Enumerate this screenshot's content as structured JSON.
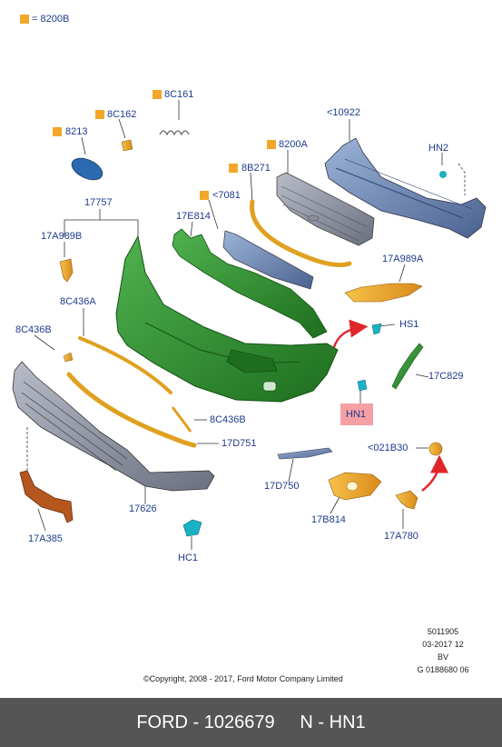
{
  "legend": {
    "label": "= 8200B"
  },
  "labels": {
    "l8C161": "8C161",
    "l8C162": "8C162",
    "l8213": "8213",
    "l10922": "<10922",
    "lHN2": "HN2",
    "l8200A": "8200A",
    "l8B271": "8B271",
    "l7081": "<7081",
    "l17757": "17757",
    "l17E814": "17E814",
    "l17A989B": "17A989B",
    "l17A989A": "17A989A",
    "l8C436A": "8C436A",
    "lHS1": "HS1",
    "l8C436B": "8C436B",
    "l17C829": "17C829",
    "lHN1": "HN1",
    "l8C436B2": "8C436B",
    "l17D751": "17D751",
    "l021B30": "<021B30",
    "l17D750": "17D750",
    "l17626": "17626",
    "l17B814": "17B814",
    "l17A780": "17A780",
    "l17A385": "17A385",
    "lHC1": "HC1"
  },
  "meta": {
    "line1": "5011905",
    "line2": "03-2017 12",
    "line3": "BV",
    "line4": "G 0188680 06"
  },
  "copyright": "©Copyright, 2008 - 2017, Ford Motor Company Limited",
  "footer": "FORD - 1026679     N - HN1",
  "colors": {
    "label_text": "#1f3b8c",
    "marker": "#f3a72a",
    "bumper": "#2e8b2e",
    "highlight": "#f4a0a4",
    "footer_bg": "#555555",
    "arrow": "#e0262a"
  }
}
